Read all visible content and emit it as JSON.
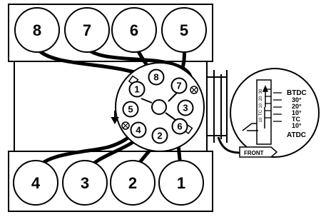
{
  "bank_top": {
    "cylinders": [
      "8",
      "7",
      "6",
      "5"
    ]
  },
  "bank_bottom": {
    "cylinders": [
      "4",
      "3",
      "2",
      "1"
    ]
  },
  "distributor": {
    "terminals": [
      "8",
      "7",
      "3",
      "6",
      "2",
      "4",
      "5",
      "1"
    ]
  },
  "timing_scale": {
    "top_label": "BTDC",
    "bottom_label": "ATDC",
    "marks_right": [
      "30°",
      "20°",
      "10°",
      "TC",
      "10°"
    ],
    "marks_left": [
      "30",
      "20",
      "10",
      "TC",
      "10"
    ]
  },
  "front_label": "FRONT"
}
